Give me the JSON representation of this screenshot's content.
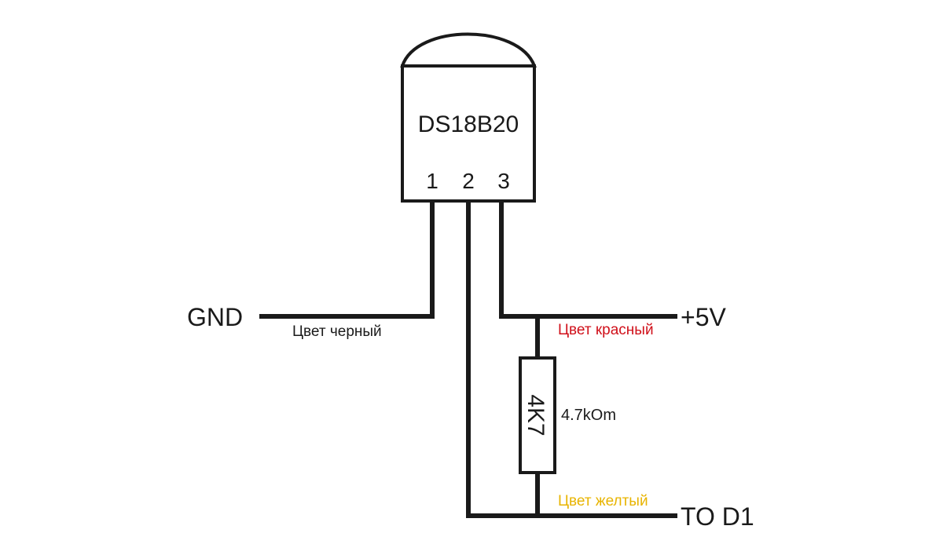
{
  "sensor": {
    "name": "DS18B20",
    "pins": [
      "1",
      "2",
      "3"
    ]
  },
  "terminals": {
    "gnd": "GND",
    "vcc": "+5V",
    "data": "TO D1"
  },
  "wire_labels": {
    "black": "Цвет черный",
    "red": "Цвет красный",
    "yellow": "Цвет желтый"
  },
  "resistor": {
    "marking": "4K7",
    "value": "4.7kOm"
  },
  "colors": {
    "wire": "#1a1a1a",
    "black_label": "#1a1a1a",
    "red_label": "#d0101a",
    "yellow_label": "#e8b400"
  }
}
